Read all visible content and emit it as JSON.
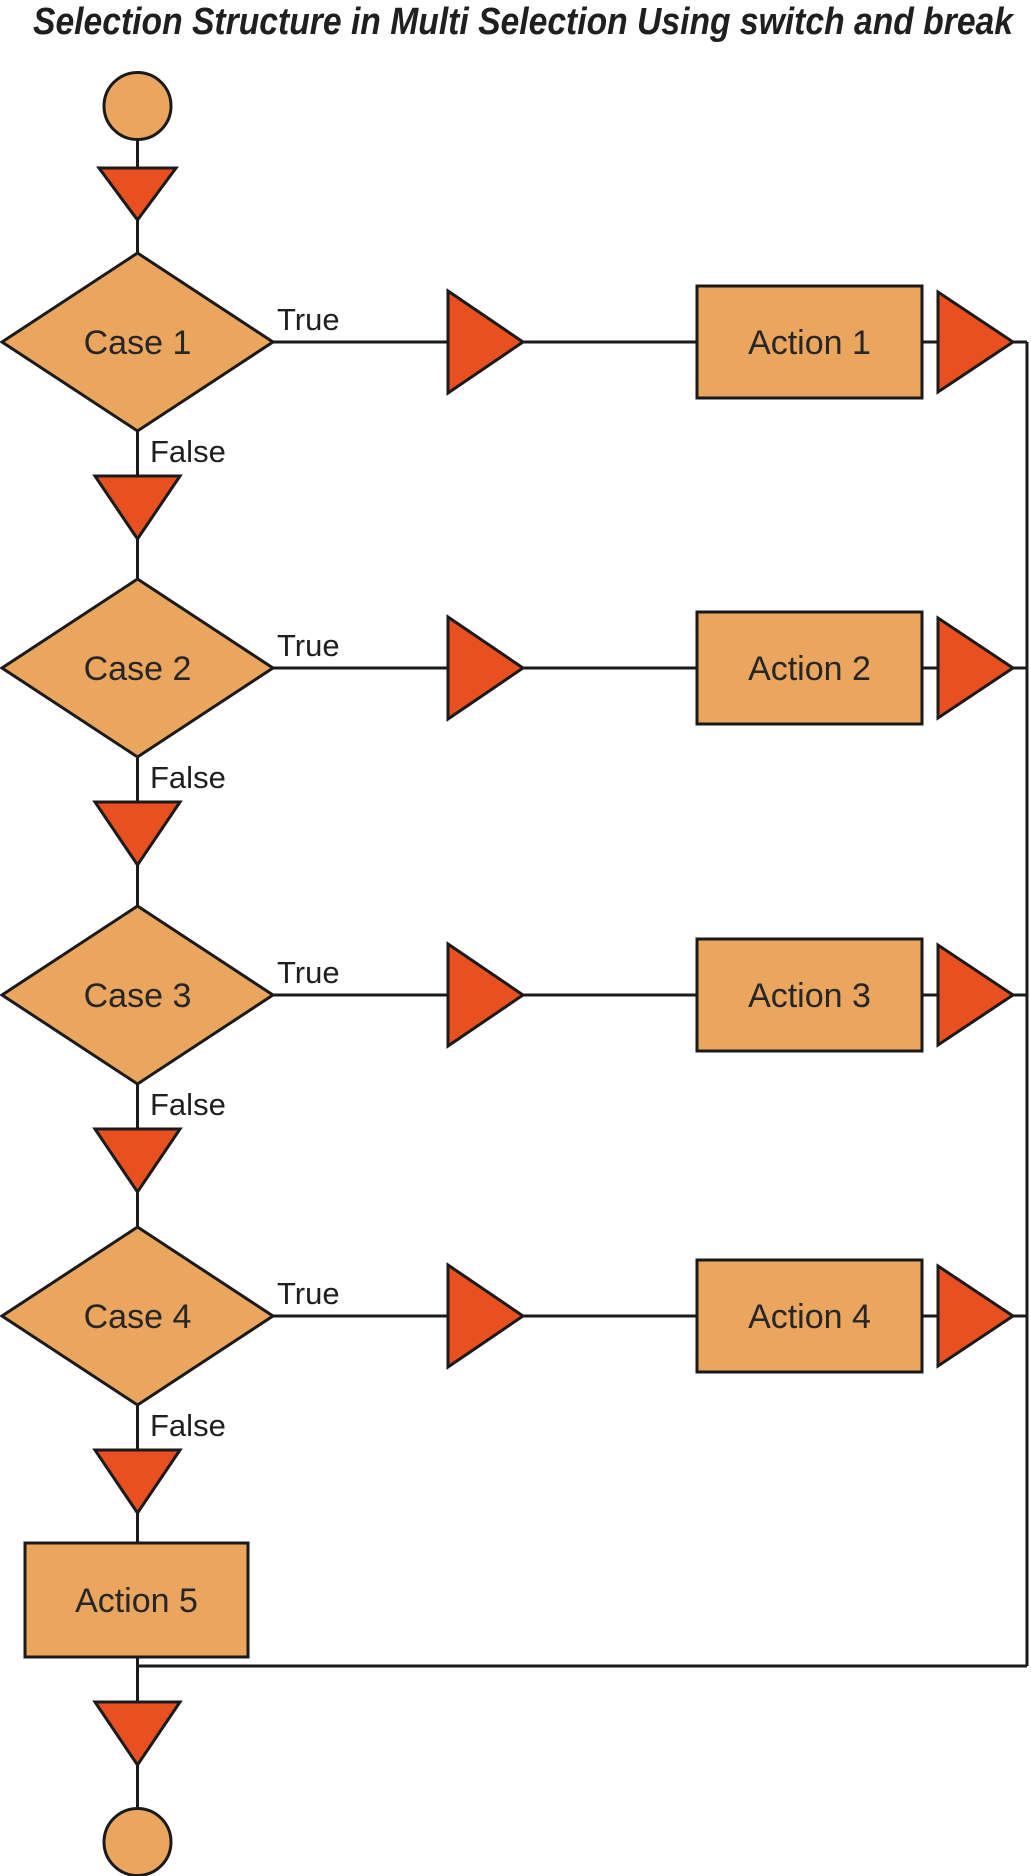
{
  "title": "Selection Structure in Multi Selection Using switch and break",
  "branch_labels": {
    "true": "True",
    "false": "False"
  },
  "cases": [
    {
      "label": "Case 1"
    },
    {
      "label": "Case 2"
    },
    {
      "label": "Case 3"
    },
    {
      "label": "Case 4"
    }
  ],
  "actions": [
    {
      "label": "Action 1"
    },
    {
      "label": "Action 2"
    },
    {
      "label": "Action 3"
    },
    {
      "label": "Action 4"
    },
    {
      "label": "Action 5"
    }
  ],
  "colors": {
    "node_fill": "#EAA55E",
    "arrow_fill": "#E8501F",
    "outline": "#1A1A1A",
    "text": "#262626"
  }
}
